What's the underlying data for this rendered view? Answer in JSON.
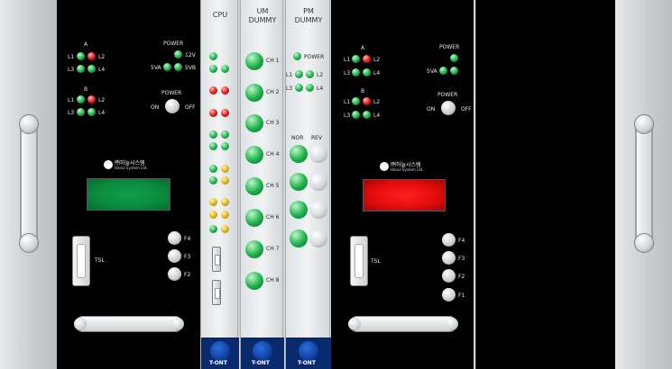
{
  "left_unit": {
    "group_a_label": "A",
    "group_b_label": "B",
    "led_labels": {
      "l1": "L1",
      "l2": "L2",
      "l3": "L3",
      "l4": "L4"
    },
    "power_label": "POWER",
    "power_12v": "12V",
    "power_5va": "5VA",
    "power_5vb": "5VB",
    "power2_label": "POWER",
    "on_label": "ON",
    "off_label": "OFF",
    "brand": "㈜하늘시스템",
    "brand_sub": "Hanul System Ltd.",
    "display_color": "#0a8a3d",
    "tsw_label": "TSL",
    "f_labels": [
      "F4",
      "F3",
      "F2"
    ]
  },
  "cpu_card": {
    "title": "CPU",
    "logo": "T-ONT"
  },
  "um_card": {
    "title_line1": "UM",
    "title_line2": "DUMMY",
    "channels": [
      "CH 1",
      "CH 2",
      "CH 3",
      "CH 4",
      "CH 5",
      "CH 6",
      "CH 7",
      "CH 8"
    ],
    "logo": "T-ONT"
  },
  "pm_card": {
    "title_line1": "PM",
    "title_line2": "DUMMY",
    "power_label": "POWER",
    "l1": "L1",
    "l2": "L2",
    "l3": "L3",
    "l4": "L4",
    "nor_label": "NOR",
    "rev_label": "REV",
    "logo": "T-ONT"
  },
  "right_unit": {
    "group_a_label": "A",
    "group_b_label": "B",
    "led_labels": {
      "l1": "L1",
      "l2": "L2",
      "l3": "L3",
      "l4": "L4"
    },
    "power_label": "POWER",
    "power_5va": "5VA",
    "power2_label": "POWER",
    "on_label": "ON",
    "off_label": "OFF",
    "brand": "㈜하늘시스템",
    "brand_sub": "Hanul System Ltd.",
    "display_color": "#e00b0b",
    "tsw_label": "TSL",
    "f_labels": [
      "F4",
      "F3",
      "F2",
      "F1"
    ]
  },
  "colors": {
    "led_green": "#19b24a",
    "led_red": "#e11717",
    "led_yellow": "#e2b212",
    "logo_blue": "#0b3a9a"
  }
}
